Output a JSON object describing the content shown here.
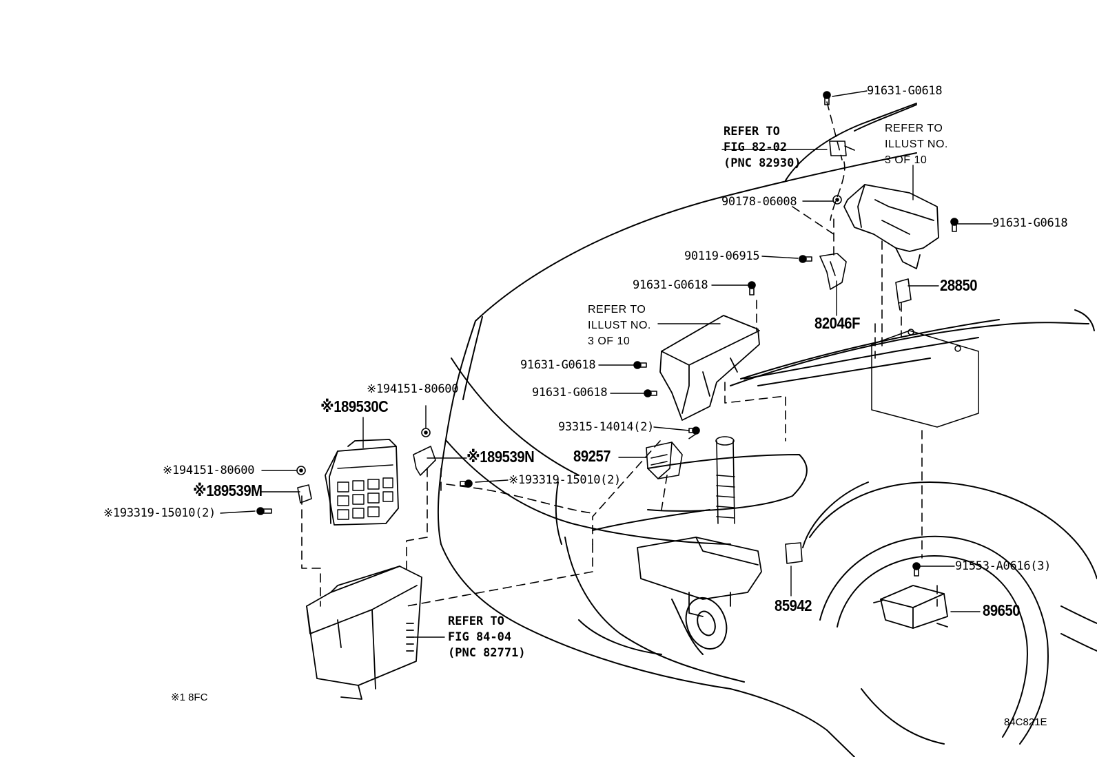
{
  "figure_code": "84C821E",
  "footnote": "※1 8FC",
  "callouts": {
    "p_91631_top": "91631-G0618",
    "p_91631_right": "91631-G0618",
    "p_90178": "90178-06008",
    "p_90119": "90119-06915",
    "p_91631_mid": "91631-G0618",
    "p_28850": "28850",
    "p_82046F": "82046F",
    "p_91631_a": "91631-G0618",
    "p_91631_b": "91631-G0618",
    "p_93315": "93315-14014(2)",
    "p_89257": "89257",
    "p_194151_top": "※194151-80600",
    "p_89530C": "※189530C",
    "p_89539N": "※189539N",
    "p_193319_mid": "※193319-15010(2)",
    "p_194151_left": "※194151-80600",
    "p_89539M": "※189539M",
    "p_193319_left": "※193319-15010(2)",
    "p_91553": "91553-A0616(3)",
    "p_89650": "89650",
    "p_85942": "85942"
  },
  "notes": {
    "refer_82_02": [
      "REFER TO",
      "FIG 82-02",
      "(PNC 82930)"
    ],
    "refer_illust_top": [
      "REFER TO",
      "ILLUST NO.",
      "3 OF 10"
    ],
    "refer_illust_mid": [
      "REFER TO",
      "ILLUST NO.",
      "3 OF 10"
    ],
    "refer_84_04": [
      "REFER TO",
      "FIG 84-04",
      "(PNC 82771)"
    ]
  }
}
